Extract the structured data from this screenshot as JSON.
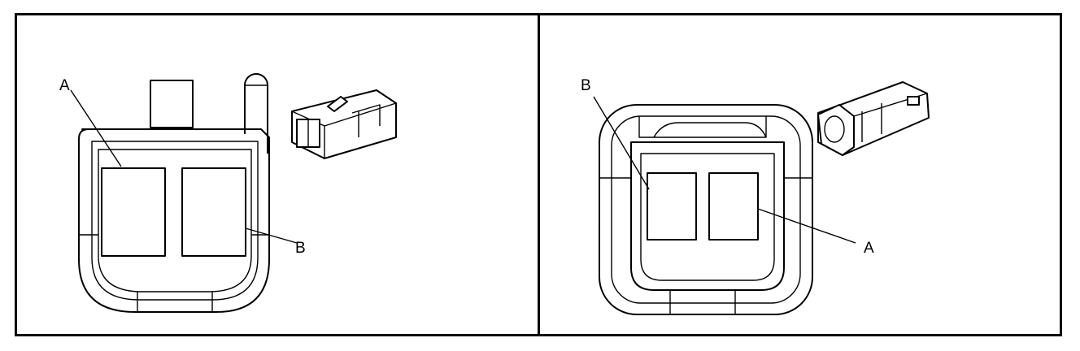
{
  "figure": {
    "left_view": {
      "callouts": [
        {
          "id": "a",
          "label": "A"
        },
        {
          "id": "b",
          "label": "B"
        }
      ]
    },
    "right_view": {
      "callouts": [
        {
          "id": "b",
          "label": "B"
        },
        {
          "id": "a",
          "label": "A"
        }
      ]
    }
  }
}
